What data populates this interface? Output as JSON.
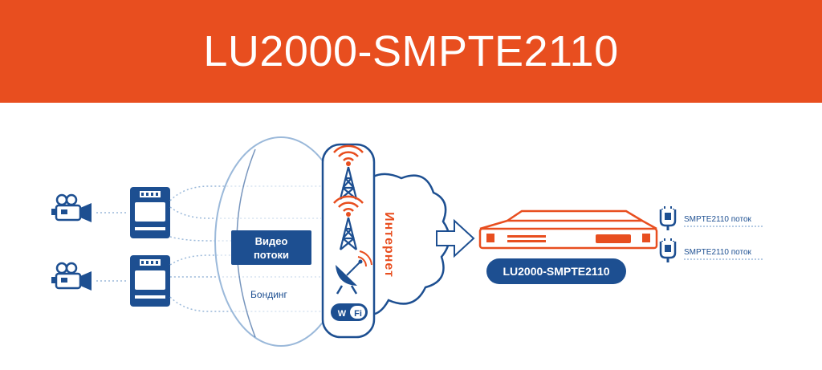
{
  "title": "LU2000-SMPTE2110",
  "diagram": {
    "video_streams_line1": "Видео",
    "video_streams_line2": "потоки",
    "bonding_label": "Бондинг",
    "internet_label": "Интернет",
    "wifi_label": "Wi Fi",
    "device_label": "LU2000-SMPTE2110",
    "outputs": [
      "SMPTE2110 поток",
      "SMPTE2110 поток"
    ]
  },
  "colors": {
    "brand_orange": "#e84e1f",
    "navy": "#1d4f91",
    "light_blue": "#9bb9da"
  }
}
